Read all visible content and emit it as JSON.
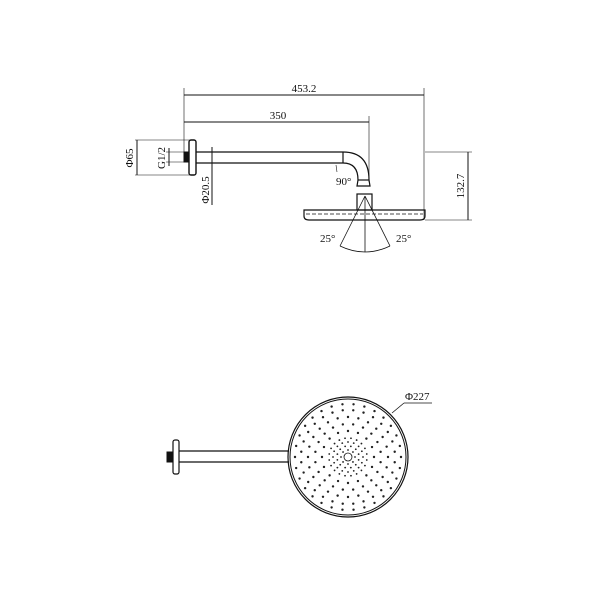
{
  "side_view": {
    "dim_total_length": "453.2",
    "dim_arm_length": "350",
    "dim_flange_diameter": "Φ65",
    "dim_thread": "G1/2",
    "dim_arm_diameter": "Φ20.5",
    "dim_height": "132.7",
    "angle_elbow": "90°",
    "angle_left": "25°",
    "angle_right": "25°"
  },
  "top_view": {
    "dim_head_diameter": "Φ227"
  },
  "colors": {
    "line": "#111111"
  }
}
